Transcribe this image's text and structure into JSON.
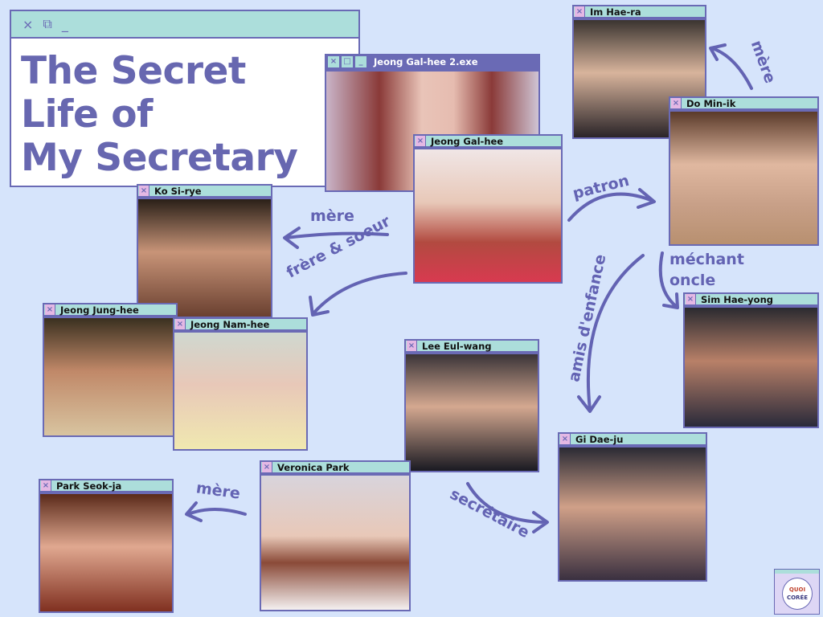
{
  "title_window": {
    "controls": {
      "close": "×",
      "restore": "⧉",
      "minimize": "_"
    },
    "title_lines": [
      "The Secret",
      "Life of",
      "My Secretary"
    ]
  },
  "exe_window": {
    "title": "Jeong Gal-hee 2.exe",
    "buttons": [
      "×",
      "□",
      "_"
    ]
  },
  "characters": [
    {
      "name": "Jeong Gal-hee"
    },
    {
      "name": "Im Hae-ra"
    },
    {
      "name": "Do Min-ik"
    },
    {
      "name": "Ko Si-rye"
    },
    {
      "name": "Jeong Jung-hee"
    },
    {
      "name": "Jeong Nam-hee"
    },
    {
      "name": "Lee Eul-wang"
    },
    {
      "name": "Sim Hae-yong"
    },
    {
      "name": "Gi Dae-ju"
    },
    {
      "name": "Park Seok-ja"
    },
    {
      "name": "Veronica Park"
    }
  ],
  "relations": {
    "mere_ko": "mère",
    "patron": "patron",
    "mechant_oncle": "méchant\noncle",
    "frere_soeur": "frère & soeur",
    "amis": "amis d'enfance",
    "mere_im": "mère",
    "mere_park": "mère",
    "secretaire": "secrétaire"
  },
  "logo": {
    "line1": "QUOI",
    "line2": "CORÉE"
  },
  "close_glyph": "×",
  "colors": {
    "background": "#d6e4fb",
    "border": "#6a6ab5",
    "header": "#acdedb",
    "text": "#6363b3"
  }
}
